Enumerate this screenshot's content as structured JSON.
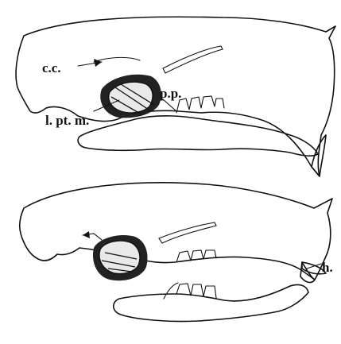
{
  "figure": {
    "panels": [
      {
        "labels": {
          "cc": "c.c.",
          "lptm": "l. pt. m.",
          "pp": "p.p."
        }
      },
      {
        "labels": {
          "h": "h."
        }
      }
    ]
  }
}
